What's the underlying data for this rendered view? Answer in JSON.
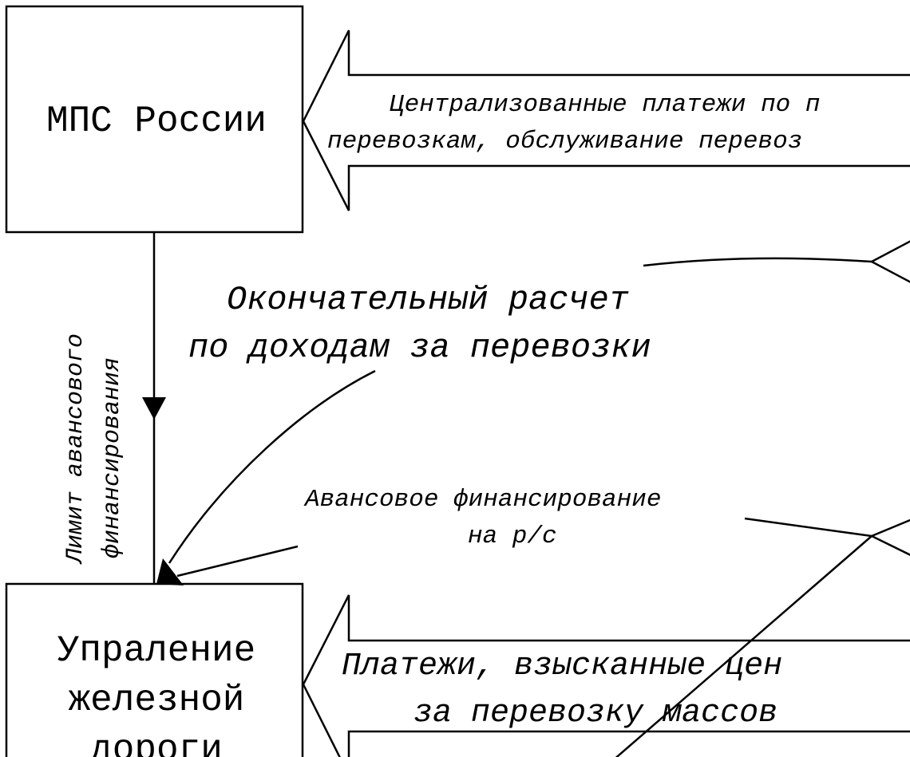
{
  "boxes": {
    "mps": {
      "label": "МПС России"
    },
    "railway": {
      "line1": "Упраление",
      "line2": "железной",
      "line3": "дороги"
    }
  },
  "flows": {
    "centralized_payments": {
      "line1": "Централизованные платежи по п",
      "line2": "перевозкам, обслуживание перевоз"
    },
    "final_settlement": {
      "line1": "Окончательный расчет",
      "line2": "по доходам за перевозки"
    },
    "advance_limit": {
      "line1": "Лимит авансового",
      "line2": "финансирования"
    },
    "advance_financing": {
      "line1": "Авансовое финансирование",
      "line2": "на р/с"
    },
    "collected_payments": {
      "line1": "Платежи, взысканные цен",
      "line2": "за перевозку массов"
    }
  }
}
